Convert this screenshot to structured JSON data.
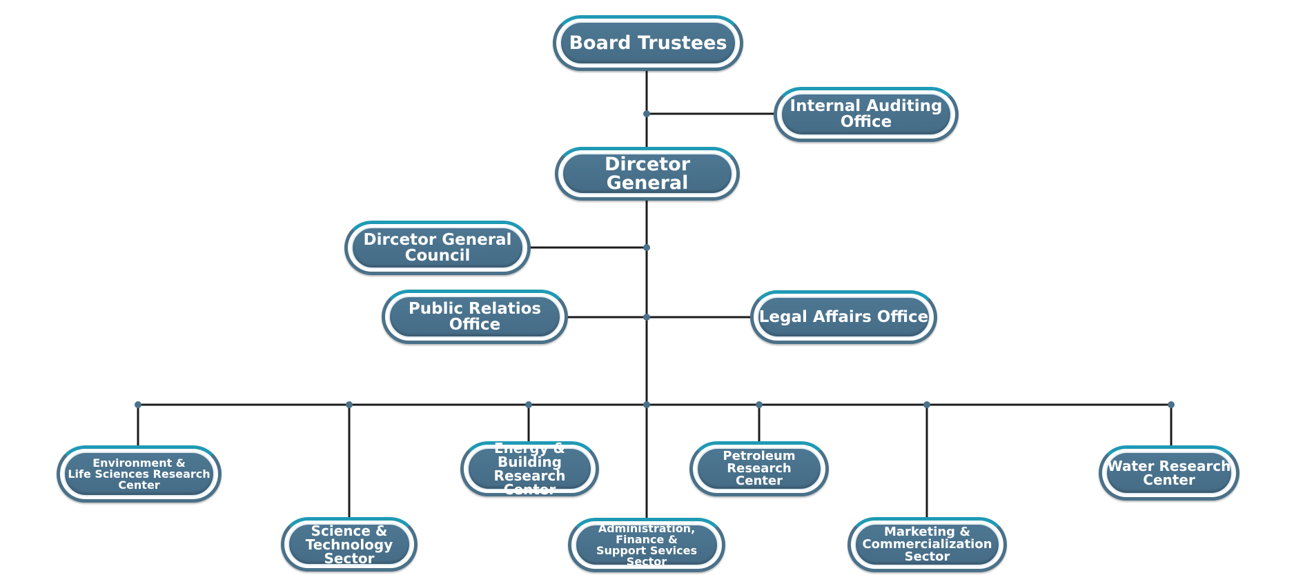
{
  "nodes": {
    "board_trustees": "Board Trustees",
    "internal_auditing": "Internal Auditing\nOffice",
    "director_general": "Dircetor General",
    "director_general_council": "Dircetor General\nCouncil",
    "public_relations": "Public Relatios Office",
    "legal_affairs": "Legal Affairs Office",
    "environment": "Environment &\nLife Sciences Research\nCenter",
    "science_tech": "Science &\nTechnology Sector",
    "energy_building": "Energy & Building\nResearch Center",
    "administration": "Administration, Finance &\nSupport Sevices Sector",
    "petroleum": "Petroleum Research\nCenter",
    "marketing": "Marketing &\nCommercialization\nSector",
    "water": "Water Research\nCenter"
  },
  "colors": {
    "node_fill": "#4a7189",
    "node_top_border": "#1f9ab5",
    "connector_line": "#1b1b1b",
    "junction_dot": "#4a7189"
  }
}
